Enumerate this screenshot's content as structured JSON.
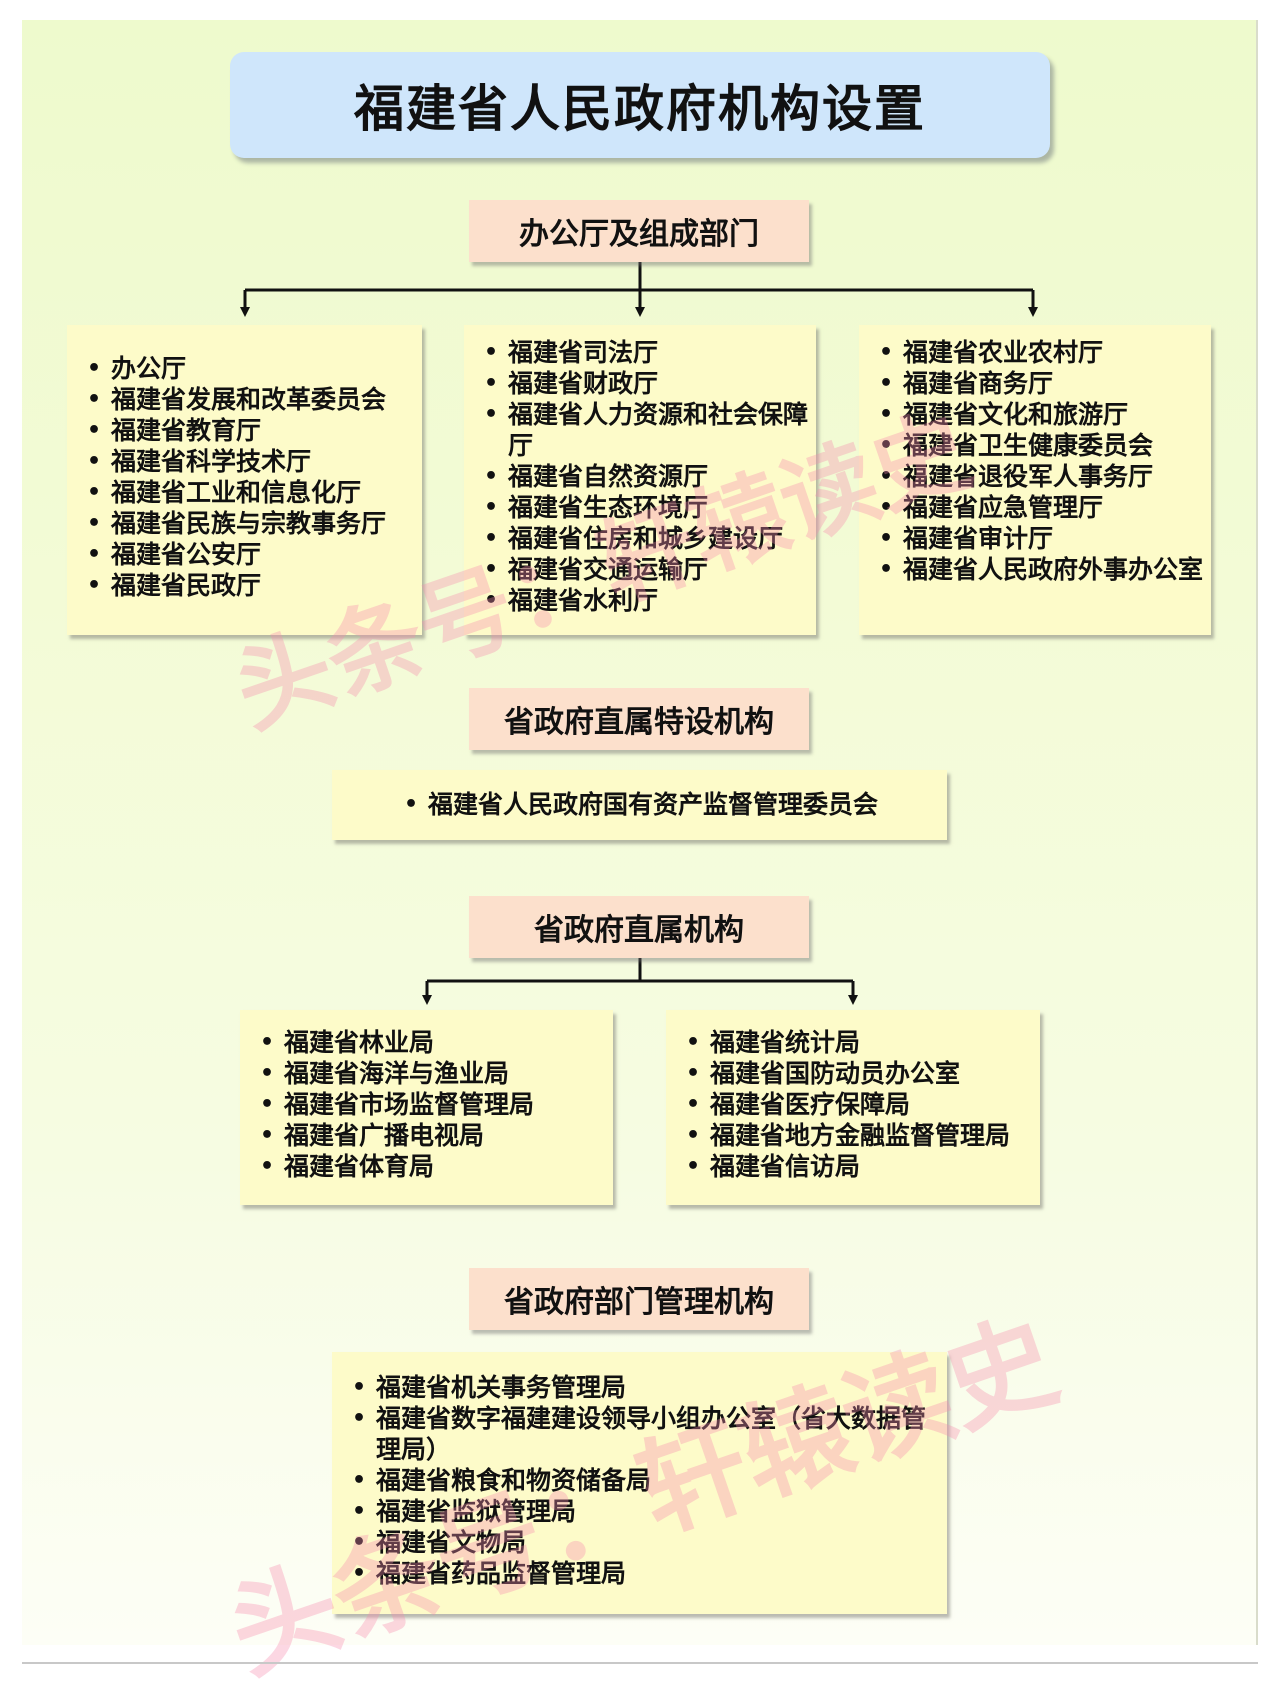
{
  "title": "福建省人民政府机构设置",
  "sections": {
    "s1": {
      "label": "办公厅及组成部门",
      "col1": [
        "办公厅",
        "福建省发展和改革委员会",
        "福建省教育厅",
        "福建省科学技术厅",
        "福建省工业和信息化厅",
        "福建省民族与宗教事务厅",
        "福建省公安厅",
        "福建省民政厅"
      ],
      "col2": [
        "福建省司法厅",
        "福建省财政厅",
        "福建省人力资源和社会保障厅",
        "福建省自然资源厅",
        "福建省生态环境厅",
        "福建省住房和城乡建设厅",
        "福建省交通运输厅",
        "福建省水利厅"
      ],
      "col3": [
        "福建省农业农村厅",
        "福建省商务厅",
        "福建省文化和旅游厅",
        "福建省卫生健康委员会",
        "福建省退役军人事务厅",
        "福建省应急管理厅",
        "福建省审计厅",
        "福建省人民政府外事办公室"
      ]
    },
    "s2": {
      "label": "省政府直属特设机构",
      "items": [
        "福建省人民政府国有资产监督管理委员会"
      ]
    },
    "s3": {
      "label": "省政府直属机构",
      "col1": [
        "福建省林业局",
        "福建省海洋与渔业局",
        "福建省市场监督管理局",
        "福建省广播电视局",
        "福建省体育局"
      ],
      "col2": [
        "福建省统计局",
        "福建省国防动员办公室",
        "福建省医疗保障局",
        "福建省地方金融监督管理局",
        "福建省信访局"
      ]
    },
    "s4": {
      "label": "省政府部门管理机构",
      "items": [
        "福建省机关事务管理局",
        "福建省数字福建建设领导小组办公室（省大数据管理局）",
        "福建省粮食和物资储备局",
        "福建省监狱管理局",
        "福建省文物局",
        "福建省药品监督管理局"
      ]
    }
  },
  "watermark": "头条号：轩辕读史",
  "colors": {
    "background": "#eefacd",
    "title_box": "#cfe6fb",
    "category_box": "#fce0cc",
    "item_box": "#fdfbc9",
    "watermark": "#f58caf"
  }
}
